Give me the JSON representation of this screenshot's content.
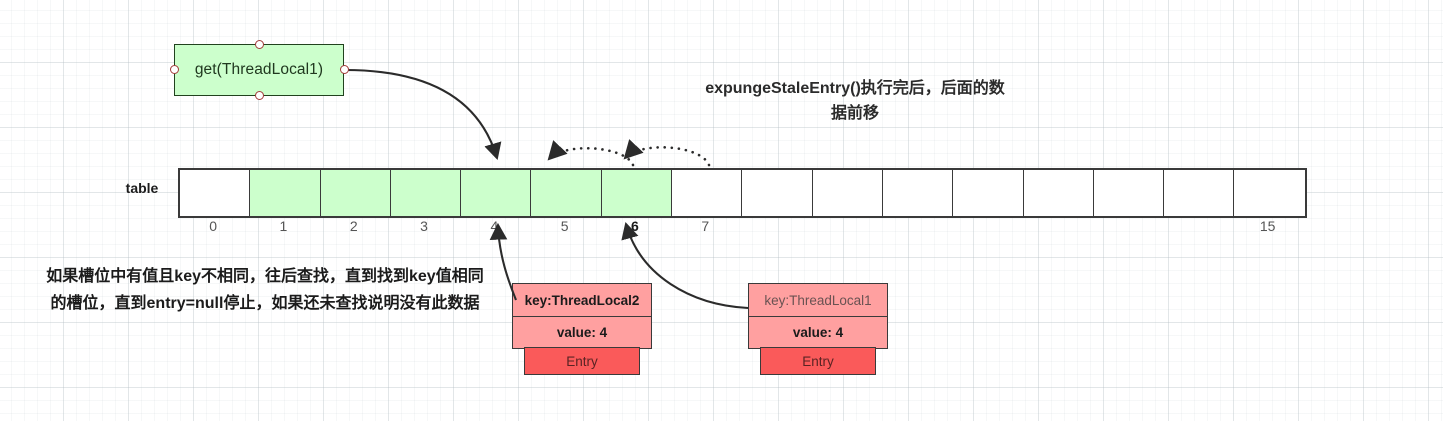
{
  "diagram": {
    "headline": "expungeStaleEntry()执行完后，后面的数据前移",
    "note": "如果槽位中有值且key不相同，往后查找，直到找到key值相同的槽位，直到entry=null停止，如果还未查找说明没有此数据",
    "colors": {
      "filled_cell": "#ccffcc",
      "empty_cell": "#ffffff",
      "node_fill": "#ccffcc",
      "node_stroke": "#21421e",
      "entry_fill": "#ffa0a0",
      "entry_foot_fill": "#fa5a5a",
      "stroke": "#3a3a3a",
      "port_stroke": "#a33b3b"
    }
  },
  "get_node": {
    "label": "get(ThreadLocal1)"
  },
  "table": {
    "label": "table",
    "cells": [
      {
        "index": "0",
        "filled": false,
        "bold_index": false
      },
      {
        "index": "1",
        "filled": true,
        "bold_index": false
      },
      {
        "index": "2",
        "filled": true,
        "bold_index": false
      },
      {
        "index": "3",
        "filled": true,
        "bold_index": false
      },
      {
        "index": "4",
        "filled": true,
        "bold_index": false
      },
      {
        "index": "5",
        "filled": true,
        "bold_index": false
      },
      {
        "index": "6",
        "filled": true,
        "bold_index": true
      },
      {
        "index": "7",
        "filled": false,
        "bold_index": false
      },
      {
        "index": "",
        "filled": false,
        "bold_index": false
      },
      {
        "index": "",
        "filled": false,
        "bold_index": false
      },
      {
        "index": "",
        "filled": false,
        "bold_index": false
      },
      {
        "index": "",
        "filled": false,
        "bold_index": false
      },
      {
        "index": "",
        "filled": false,
        "bold_index": false
      },
      {
        "index": "",
        "filled": false,
        "bold_index": false
      },
      {
        "index": "",
        "filled": false,
        "bold_index": false
      },
      {
        "index": "15",
        "filled": false,
        "bold_index": false
      }
    ]
  },
  "entries": [
    {
      "id": "entry-threadlocal2",
      "key": "key:ThreadLocal2",
      "value": "value: 4",
      "footer": "Entry",
      "key_muted": false,
      "value_muted": false
    },
    {
      "id": "entry-threadlocal1",
      "key": "key:ThreadLocal1",
      "value": "value: 4",
      "footer": "Entry",
      "key_muted": true,
      "value_muted": false
    }
  ]
}
